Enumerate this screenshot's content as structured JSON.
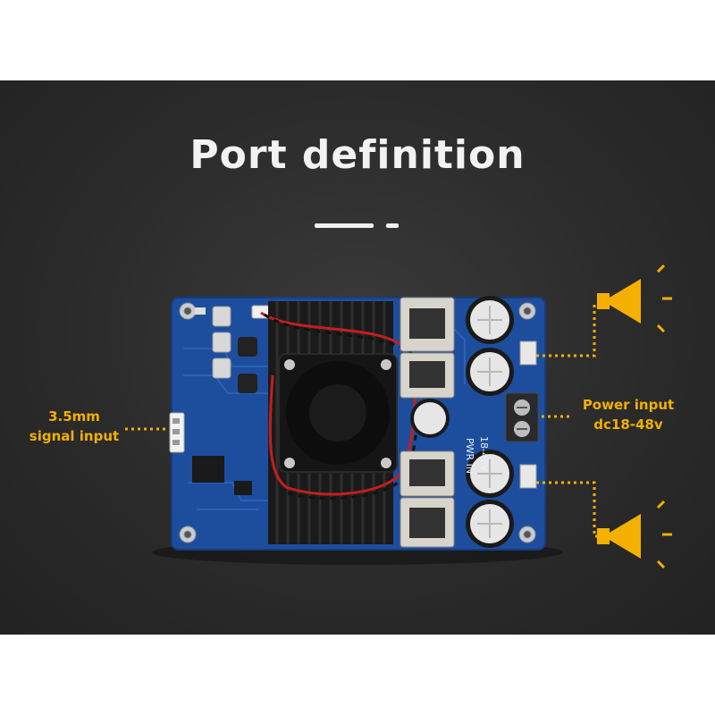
{
  "heading": {
    "title": "Port definition"
  },
  "annotations": {
    "signal_input": {
      "line1": "3.5mm",
      "line2": "signal input"
    },
    "power_input": {
      "line1": "Power input",
      "line2": "dc18-48v"
    }
  },
  "board_markings": {
    "pwr_in": "PWR IN",
    "voltage": "18-48V"
  },
  "colors": {
    "accent": "#f4b000",
    "pcb": "#1f4fa0",
    "background": "#2b2b2b"
  },
  "icons": [
    "speaker-icon-top",
    "speaker-icon-bottom"
  ]
}
